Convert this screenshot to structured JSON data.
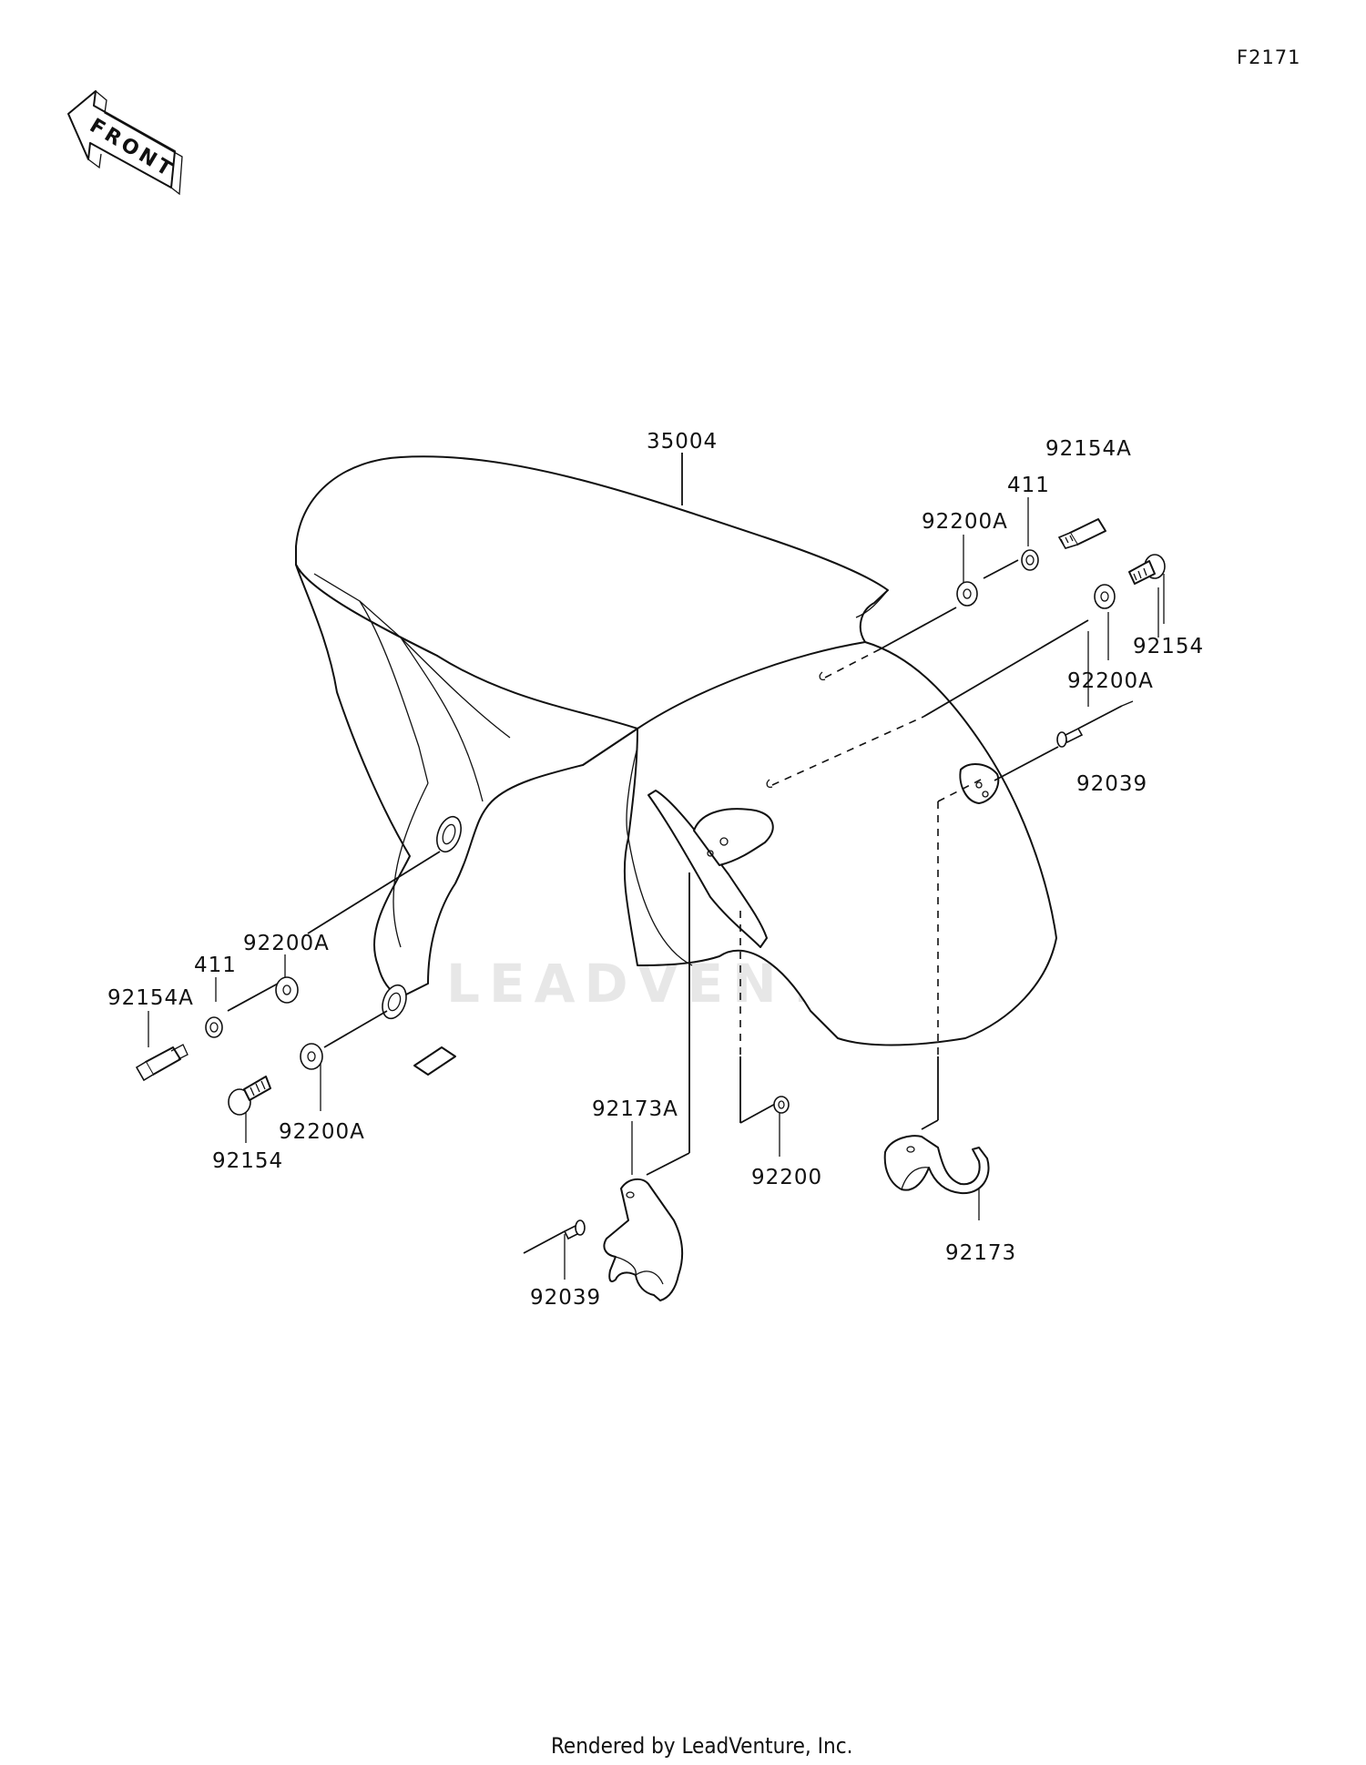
{
  "ref_code": "F2171",
  "front_label": "FRONT",
  "watermark": "LEADVENTURE",
  "footer": "Rendered by LeadVenture, Inc.",
  "callouts": {
    "fender": "35004",
    "bolt_top_right_a": "92154A",
    "collar_top_right": "411",
    "washer_top_right_a": "92200A",
    "bolt_top_right": "92154",
    "washer_right_lower_a": "92200A",
    "rivet_right": "92039",
    "washer_left_a": "92200A",
    "collar_left": "411",
    "bolt_left_a": "92154A",
    "bolt_left": "92154",
    "washer_left_lower_a": "92200A",
    "clamp_left_a": "92173A",
    "washer_center": "92200",
    "rivet_left": "92039",
    "clamp_right": "92173"
  }
}
